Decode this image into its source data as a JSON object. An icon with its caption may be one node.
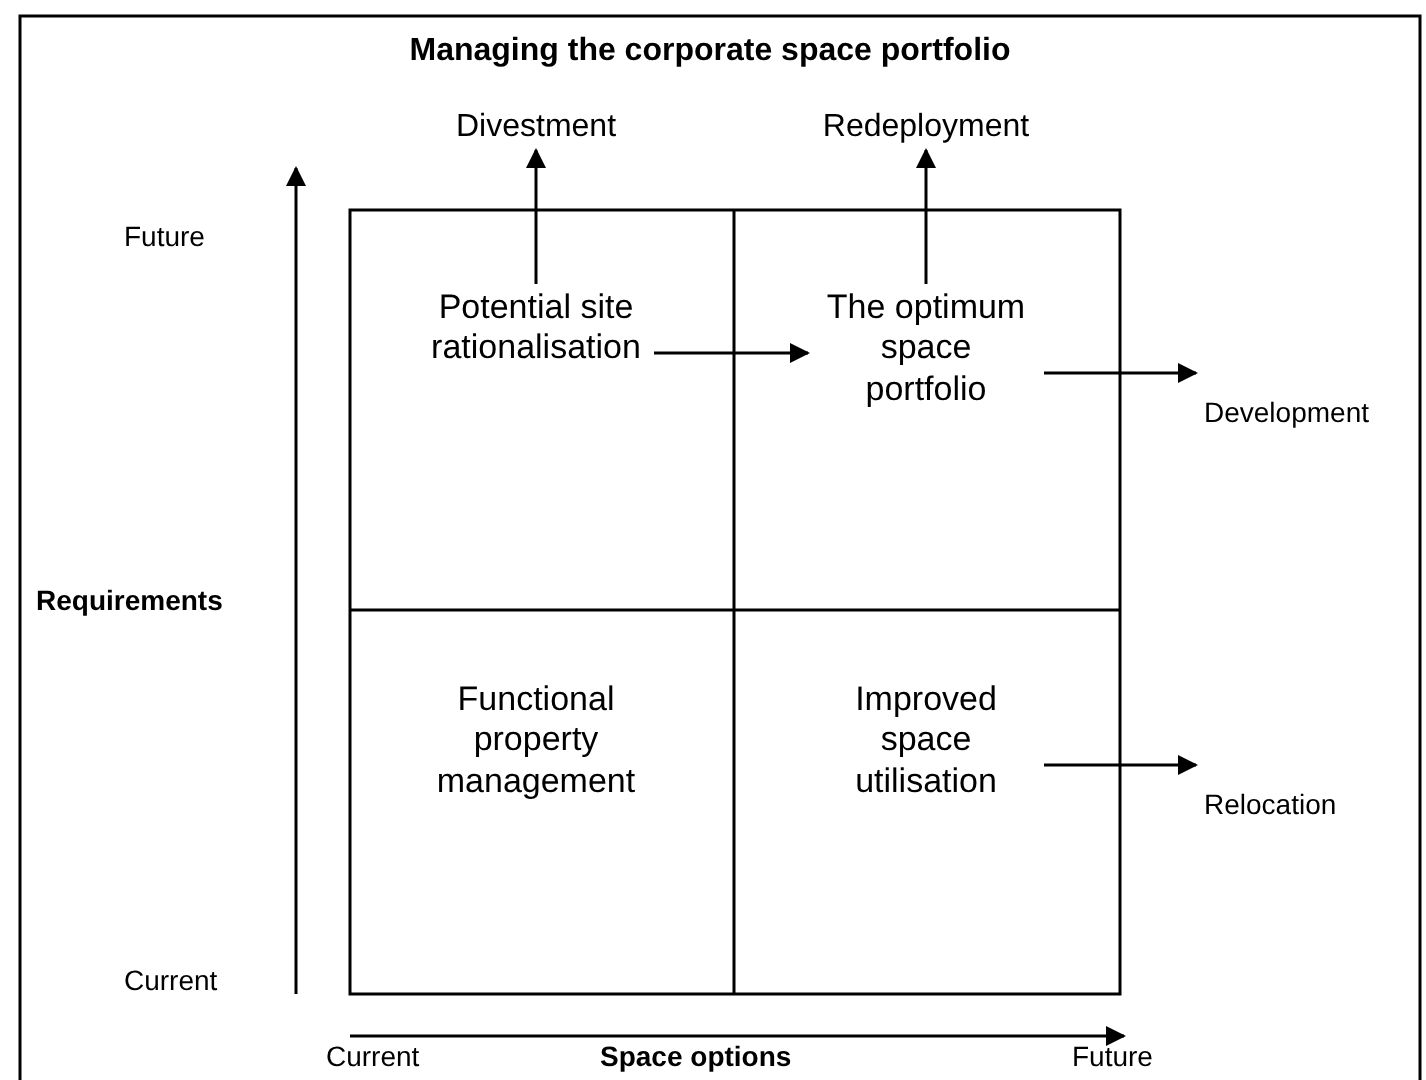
{
  "diagram": {
    "title": "Managing the corporate space portfolio",
    "nodes": [
      {
        "text": [
          "Potential site rationalisation"
        ]
      },
      {
        "text": [
          "The optimum space portfolio"
        ]
      },
      {
        "text": [
          "Functional property management"
        ]
      },
      {
        "text": [
          "Improved space utilisation"
        ]
      },
      {
        "text": [
          "Divestment"
        ]
      },
      {
        "text": [
          "Redeployment"
        ]
      },
      {
        "text": [
          "Development"
        ]
      },
      {
        "text": [
          "Relocation"
        ]
      }
    ],
    "edges": [
      {
        "from": 0,
        "to": 4,
        "arrow": "to"
      },
      {
        "from": 1,
        "to": 5,
        "arrow": "to"
      },
      {
        "from": 0,
        "to": 1,
        "arrow": "to"
      },
      {
        "from": 1,
        "to": 6,
        "arrow": "to"
      },
      {
        "from": 3,
        "to": 7,
        "arrow": "to"
      }
    ],
    "labels": [
      "Future",
      "Requirements",
      "Current",
      "Current",
      "Space options",
      "Future"
    ]
  }
}
